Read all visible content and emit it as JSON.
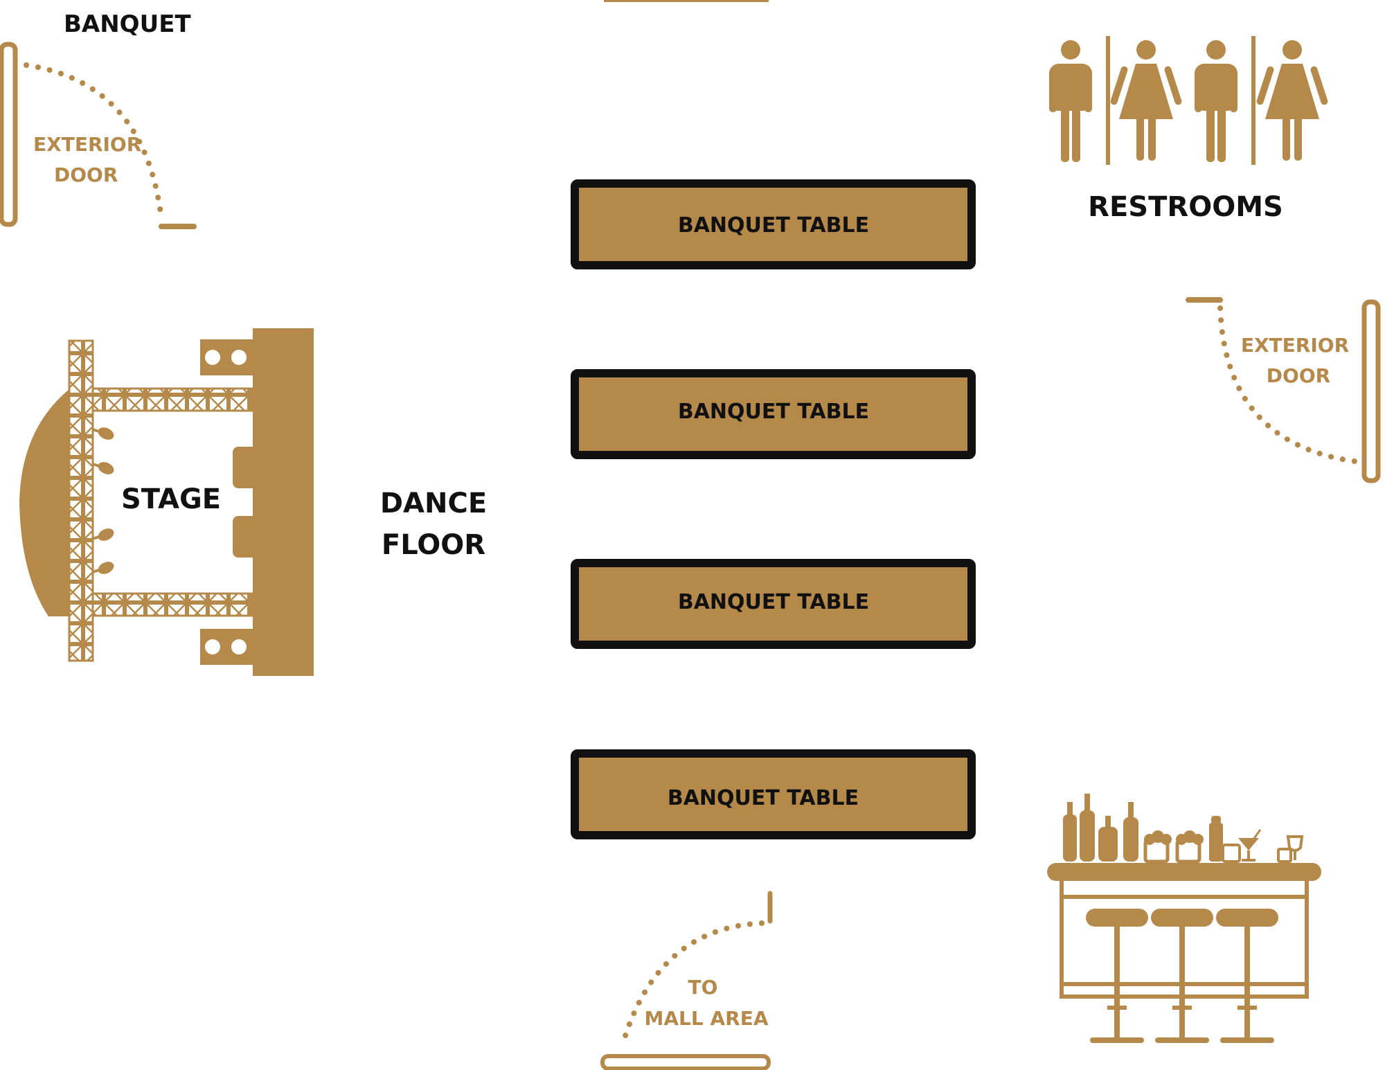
{
  "colors": {
    "gold": "#b5894a",
    "dark": "#111111",
    "background": "#ffffff"
  },
  "labels": {
    "banquet": "BANQUET",
    "stage": "STAGE",
    "dance_floor": [
      "DANCE",
      "FLOOR"
    ],
    "restrooms": "RESTROOMS",
    "exterior_door_top_left": [
      "EXTERIOR",
      "DOOR"
    ],
    "exterior_door_right": [
      "EXTERIOR",
      "DOOR"
    ],
    "mall_door": [
      "TO",
      "MALL AREA"
    ]
  },
  "tables": [
    {
      "label": "BANQUET TABLE"
    },
    {
      "label": "BANQUET TABLE"
    },
    {
      "label": "BANQUET TABLE"
    },
    {
      "label": "BANQUET TABLE"
    }
  ],
  "icons": {
    "restroom_icons": [
      "man-icon",
      "woman-icon",
      "man-icon",
      "woman-icon"
    ],
    "bar": "bar-counter-icon",
    "stage": "stage-truss-icon"
  }
}
